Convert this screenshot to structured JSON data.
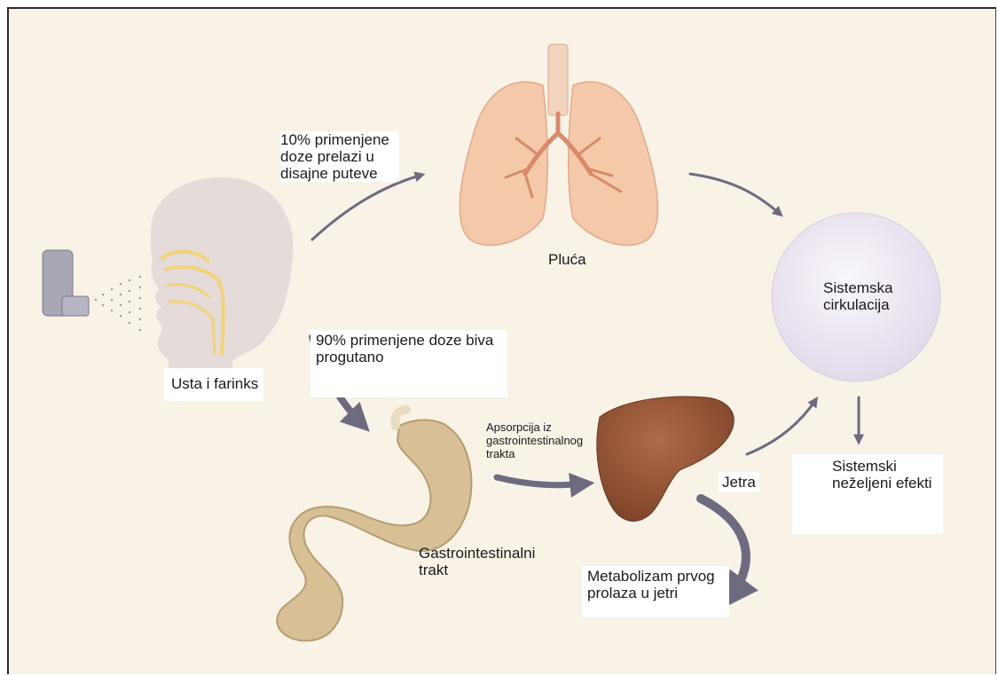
{
  "labels": {
    "lungs_dose": "10% primenjene doze prelazi u disajne puteve",
    "lungs": "Pluća",
    "systemic_circulation": "Sistemska cirkulacija",
    "mouth": "Usta i farinks",
    "swallowed_dose": "90% primenjene doze biva progutano",
    "gi_absorption": "Apsorpcija iz gastrointestinalnog trakta",
    "liver": "Jetra",
    "side_effects": "Sistemski neželjeni efekti",
    "gi_tract": "Gastrointestinalni trakt",
    "first_pass": "Metabolizam prvog prolaza u jetri"
  },
  "icons": [
    "inhaler-icon",
    "head-icon",
    "lungs-icon",
    "circulation-icon",
    "stomach-icon",
    "liver-icon"
  ],
  "colors": {
    "background": "#f8f2e7",
    "skin": "#e7ddd9",
    "lungs": "#f4c8a8",
    "bronchi": "#d98a6a",
    "liver": "#9a5a3c",
    "intestine": "#cdb68a",
    "circle": "#ece6f0",
    "arrow": "#6e6a80"
  }
}
